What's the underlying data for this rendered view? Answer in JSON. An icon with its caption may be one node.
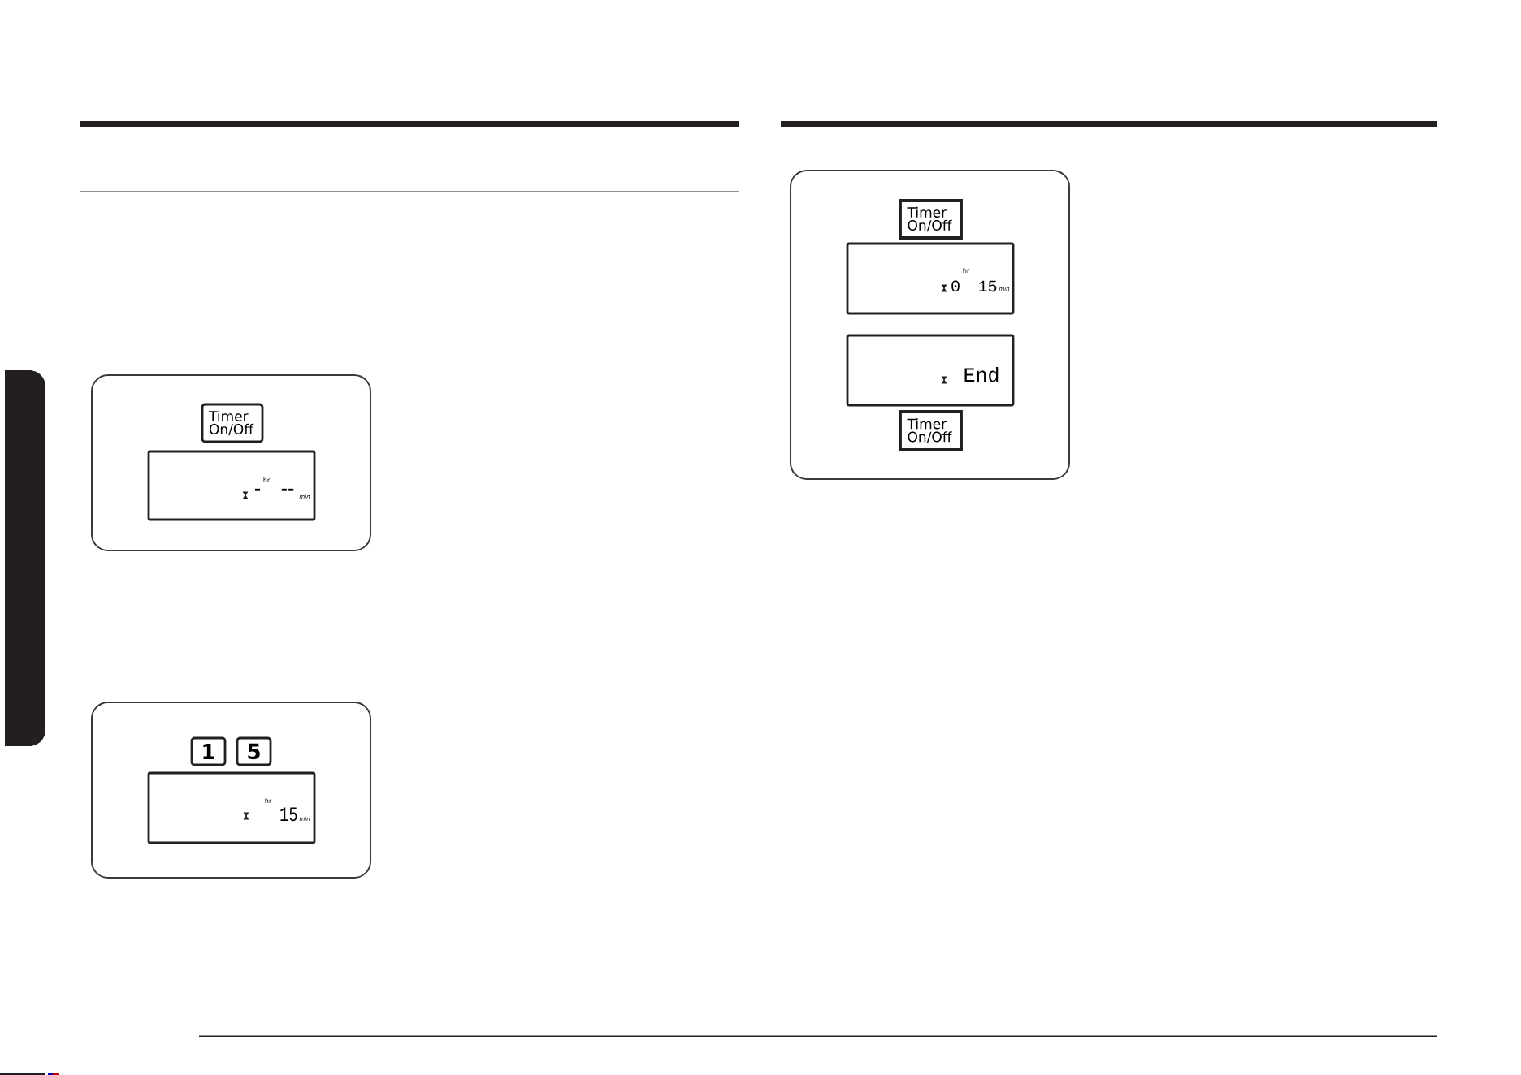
{
  "diagram": {
    "nodes": [
      {
        "text": [],
        "shape": "box"
      },
      {
        "text": [
          "Timer On/Off"
        ],
        "in": 0
      },
      {
        "text": [
          "-",
          "hr",
          "--",
          "min"
        ],
        "in": 0
      },
      {
        "text": [],
        "shape": "box"
      },
      {
        "text": [
          "1"
        ],
        "in": 3
      },
      {
        "text": [
          "5"
        ],
        "in": 3
      },
      {
        "text": [
          "hr",
          "15",
          "min"
        ],
        "in": 3
      },
      {
        "text": [],
        "shape": "box"
      },
      {
        "text": [
          "Timer On/Off"
        ],
        "in": 7
      },
      {
        "text": [
          "0",
          "hr",
          "15",
          "min"
        ],
        "in": 7
      },
      {
        "text": [
          "End"
        ],
        "in": 7
      },
      {
        "text": [
          "Timer On/Off"
        ],
        "in": 7
      }
    ]
  }
}
